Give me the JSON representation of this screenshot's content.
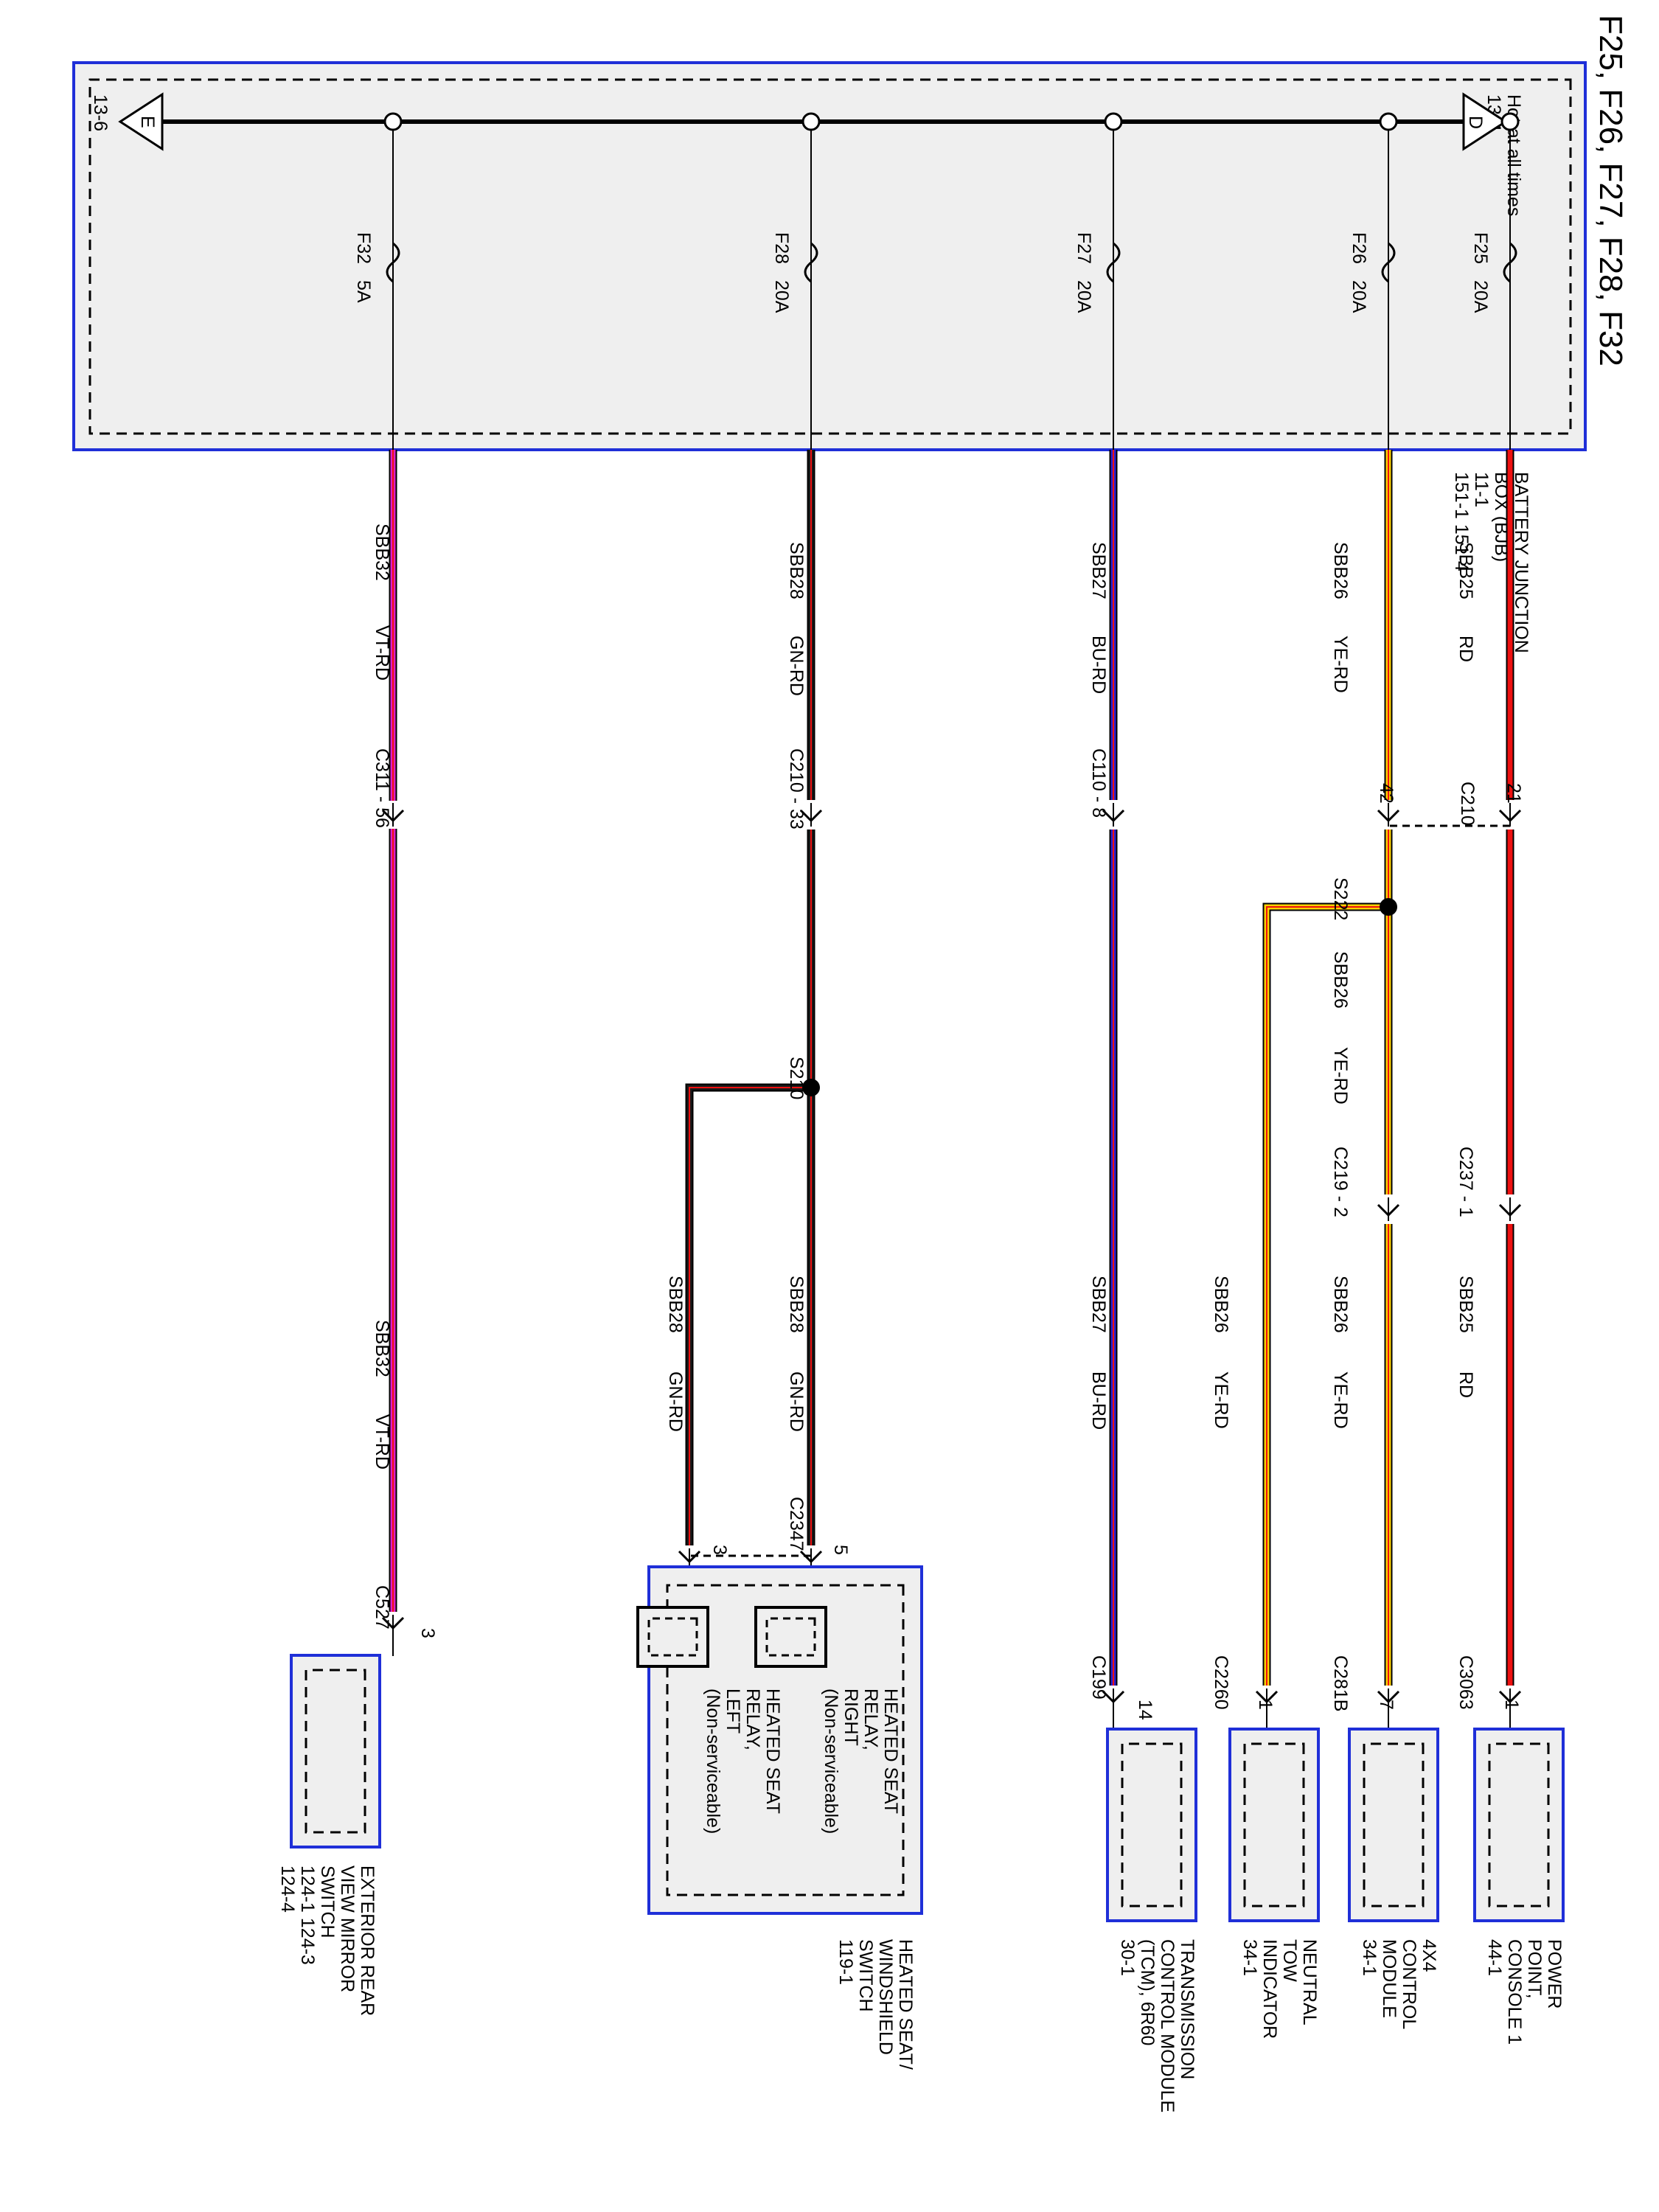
{
  "title": "F25, F26, F27, F28, F32",
  "bjb": {
    "label_lines": [
      "BATTERY JUNCTION",
      "BOX (BJB)",
      "11-1",
      "151-1   151-4"
    ],
    "hot_label": "Hot at all times",
    "hot_ref": "13-4",
    "ref_left": "13-6",
    "flag_right": "D",
    "flag_left": "E"
  },
  "colors": {
    "RD": "#ee1111",
    "YE": "#ffd200",
    "BU": "#2b1fd0",
    "GN": "#1a1a1a",
    "VT": "#e020c8",
    "frame": "#1f2fd8",
    "fill": "#efefef"
  },
  "fuses": [
    {
      "id": "f25",
      "name": "F25",
      "rating": "20A"
    },
    {
      "id": "f26",
      "name": "F26",
      "rating": "20A"
    },
    {
      "id": "f27",
      "name": "F27",
      "rating": "20A"
    },
    {
      "id": "f28",
      "name": "F28",
      "rating": "20A"
    },
    {
      "id": "f32",
      "name": "F32",
      "rating": "5A"
    }
  ],
  "circuits": {
    "f25": {
      "circuit": "SBB25",
      "color": "RD"
    },
    "f26": {
      "circuit": "SBB26",
      "color": "YE-RD"
    },
    "f27": {
      "circuit": "SBB27",
      "color": "BU-RD"
    },
    "f28": {
      "circuit": "SBB28",
      "color": "GN-RD"
    },
    "f32": {
      "circuit": "SBB32",
      "color": "VT-RD"
    }
  },
  "connectors": {
    "c210_left": {
      "name": "C210",
      "pin": "21"
    },
    "c210_right": {
      "pin": "42"
    },
    "s222": "S222",
    "c237": "C237 - 1",
    "c219": "C219 - 2",
    "c110": "C110 - 8",
    "c210b": "C210 - 33",
    "s210": "S210",
    "c311": "C311 - 56",
    "c3063": {
      "name": "C3063",
      "pin": "1"
    },
    "c281b": {
      "name": "C281B",
      "pin": "7"
    },
    "c2260": {
      "name": "C2260",
      "pin": "1"
    },
    "c199": {
      "name": "C199",
      "pin": "14"
    },
    "c2347": {
      "name": "C2347",
      "pin_a": "5",
      "pin_b": "3"
    },
    "c527": {
      "name": "C527",
      "pin": "3"
    }
  },
  "components": {
    "power_point": [
      "POWER",
      "POINT,",
      "CONSOLE 1",
      "44-1"
    ],
    "x4_module": [
      "4X4",
      "CONTROL",
      "MODULE",
      "34-1"
    ],
    "neutral_tow": [
      "NEUTRAL",
      "TOW",
      "INDICATOR",
      "34-1"
    ],
    "tcm": [
      "TRANSMISSION",
      "CONTROL MODULE",
      "(TCM), 6R60",
      "30-1"
    ],
    "heated_switch": [
      "HEATED SEAT/",
      "WINDSHIELD",
      "SWITCH",
      "119-1"
    ],
    "relay_right": [
      "HEATED SEAT",
      "RELAY,",
      "RIGHT",
      "(Non-serviceable)"
    ],
    "relay_left": [
      "HEATED SEAT",
      "RELAY,",
      "LEFT",
      "(Non-serviceable)"
    ],
    "mirror_switch": [
      "EXTERIOR REAR",
      "VIEW MIRROR",
      "SWITCH",
      "124-1   124-3",
      "124-4"
    ]
  }
}
